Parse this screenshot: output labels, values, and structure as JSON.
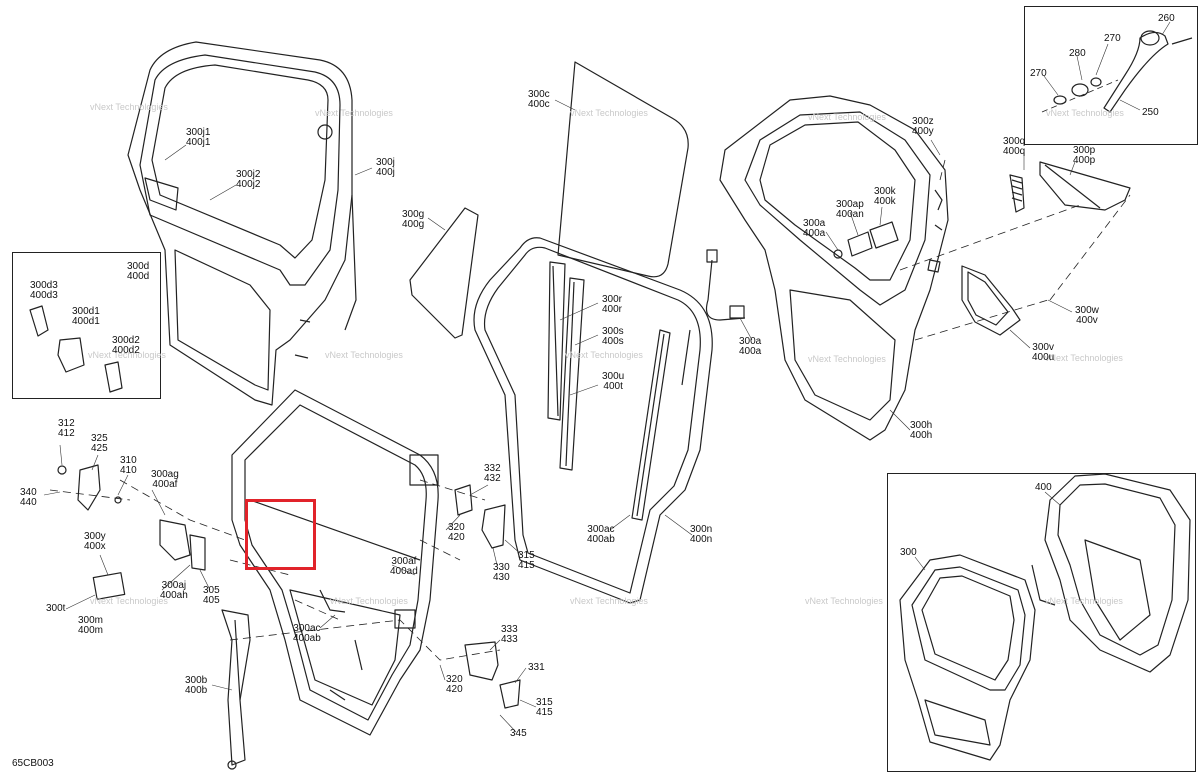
{
  "diagram_code": "65CB003",
  "watermark": "vNext Technologies",
  "highlight_color": "#e1232a",
  "labels": [
    {
      "id": "c300j1",
      "t1": "300j1",
      "t2": "400j1"
    },
    {
      "id": "c300j2",
      "t1": "300j2",
      "t2": "400j2"
    },
    {
      "id": "c300j",
      "t1": "300j",
      "t2": "400j"
    },
    {
      "id": "c300c",
      "t1": "300c",
      "t2": "400c"
    },
    {
      "id": "c300g",
      "t1": "300g",
      "t2": "400g"
    },
    {
      "id": "c300z",
      "t1": "300z",
      "t2": "400y"
    },
    {
      "id": "c300q",
      "t1": "300q",
      "t2": "400q"
    },
    {
      "id": "c300p",
      "t1": "300p",
      "t2": "400p"
    },
    {
      "id": "c300ap",
      "t1": "300ap",
      "t2": "400an"
    },
    {
      "id": "c300k",
      "t1": "300k",
      "t2": "400k"
    },
    {
      "id": "c300a_in",
      "t1": "300a",
      "t2": "400a"
    },
    {
      "id": "c300r",
      "t1": "300r",
      "t2": "400r"
    },
    {
      "id": "c300s",
      "t1": "300s",
      "t2": "400s"
    },
    {
      "id": "c300a",
      "t1": "300a",
      "t2": "400a"
    },
    {
      "id": "c300u",
      "t1": "300u",
      "t2": "400t"
    },
    {
      "id": "c300w",
      "t1": "300w",
      "t2": "400v"
    },
    {
      "id": "c300v",
      "t1": "300v",
      "t2": "400u"
    },
    {
      "id": "c300h",
      "t1": "300h",
      "t2": "400h"
    },
    {
      "id": "c300d",
      "t1": "300d",
      "t2": "400d"
    },
    {
      "id": "c300d3",
      "t1": "300d3",
      "t2": "400d3"
    },
    {
      "id": "c300d1",
      "t1": "300d1",
      "t2": "400d1"
    },
    {
      "id": "c300d2",
      "t1": "300d2",
      "t2": "400d2"
    },
    {
      "id": "c312",
      "t1": "312",
      "t2": "412"
    },
    {
      "id": "c325",
      "t1": "325",
      "t2": "425"
    },
    {
      "id": "c310",
      "t1": "310",
      "t2": "410"
    },
    {
      "id": "c300ag",
      "t1": "300ag",
      "t2": "400af"
    },
    {
      "id": "c340",
      "t1": "340",
      "t2": "440"
    },
    {
      "id": "c300y",
      "t1": "300y",
      "t2": "400x"
    },
    {
      "id": "c300aj",
      "t1": "300aj",
      "t2": "400ah"
    },
    {
      "id": "c305",
      "t1": "305",
      "t2": "405"
    },
    {
      "id": "c300t",
      "t1": "300t",
      "t2": ""
    },
    {
      "id": "c300m",
      "t1": "300m",
      "t2": "400m"
    },
    {
      "id": "c332",
      "t1": "332",
      "t2": "432"
    },
    {
      "id": "c320a",
      "t1": "320",
      "t2": "420"
    },
    {
      "id": "c315a",
      "t1": "315",
      "t2": "415"
    },
    {
      "id": "c330",
      "t1": "330",
      "t2": "430"
    },
    {
      "id": "c300af",
      "t1": "300af",
      "t2": "400ad"
    },
    {
      "id": "c300ac_f",
      "t1": "300ac",
      "t2": "400ab"
    },
    {
      "id": "c300ac_g",
      "t1": "300ac",
      "t2": "400ab"
    },
    {
      "id": "c300n",
      "t1": "300n",
      "t2": "400n"
    },
    {
      "id": "c333",
      "t1": "333",
      "t2": "433"
    },
    {
      "id": "c331",
      "t1": "331",
      "t2": ""
    },
    {
      "id": "c320b",
      "t1": "320",
      "t2": "420"
    },
    {
      "id": "c315b",
      "t1": "315",
      "t2": "415"
    },
    {
      "id": "c345",
      "t1": "345",
      "t2": ""
    },
    {
      "id": "c300b",
      "t1": "300b",
      "t2": "400b"
    },
    {
      "id": "c260",
      "t1": "260",
      "t2": ""
    },
    {
      "id": "c270a",
      "t1": "270",
      "t2": ""
    },
    {
      "id": "c280",
      "t1": "280",
      "t2": ""
    },
    {
      "id": "c270b",
      "t1": "270",
      "t2": ""
    },
    {
      "id": "c250",
      "t1": "250",
      "t2": ""
    },
    {
      "id": "c400",
      "t1": "400",
      "t2": ""
    },
    {
      "id": "c300",
      "t1": "300",
      "t2": ""
    }
  ]
}
